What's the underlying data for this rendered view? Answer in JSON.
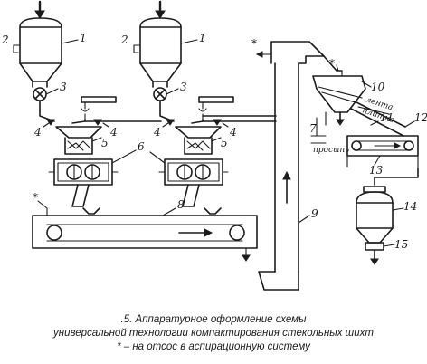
{
  "labels": {
    "n1": "1",
    "n2": "2",
    "n3": "3",
    "n4": "4",
    "n5": "5",
    "n6": "6",
    "n7": "7",
    "n8": "8",
    "n9": "9",
    "n10": "10",
    "n11": "11",
    "n12": "12",
    "n13": "13",
    "n14": "14",
    "n15": "15",
    "star": "*"
  },
  "annotations": {
    "lenta": "лента",
    "plitka": "плитка",
    "prosyp": "просыпь"
  },
  "caption": {
    "line1": ".5. Аппаратурное оформление схемы",
    "line2": "универсальной технологии компактирования стекольных шихт",
    "line3": "* – на отсос в аспирационную систему"
  }
}
